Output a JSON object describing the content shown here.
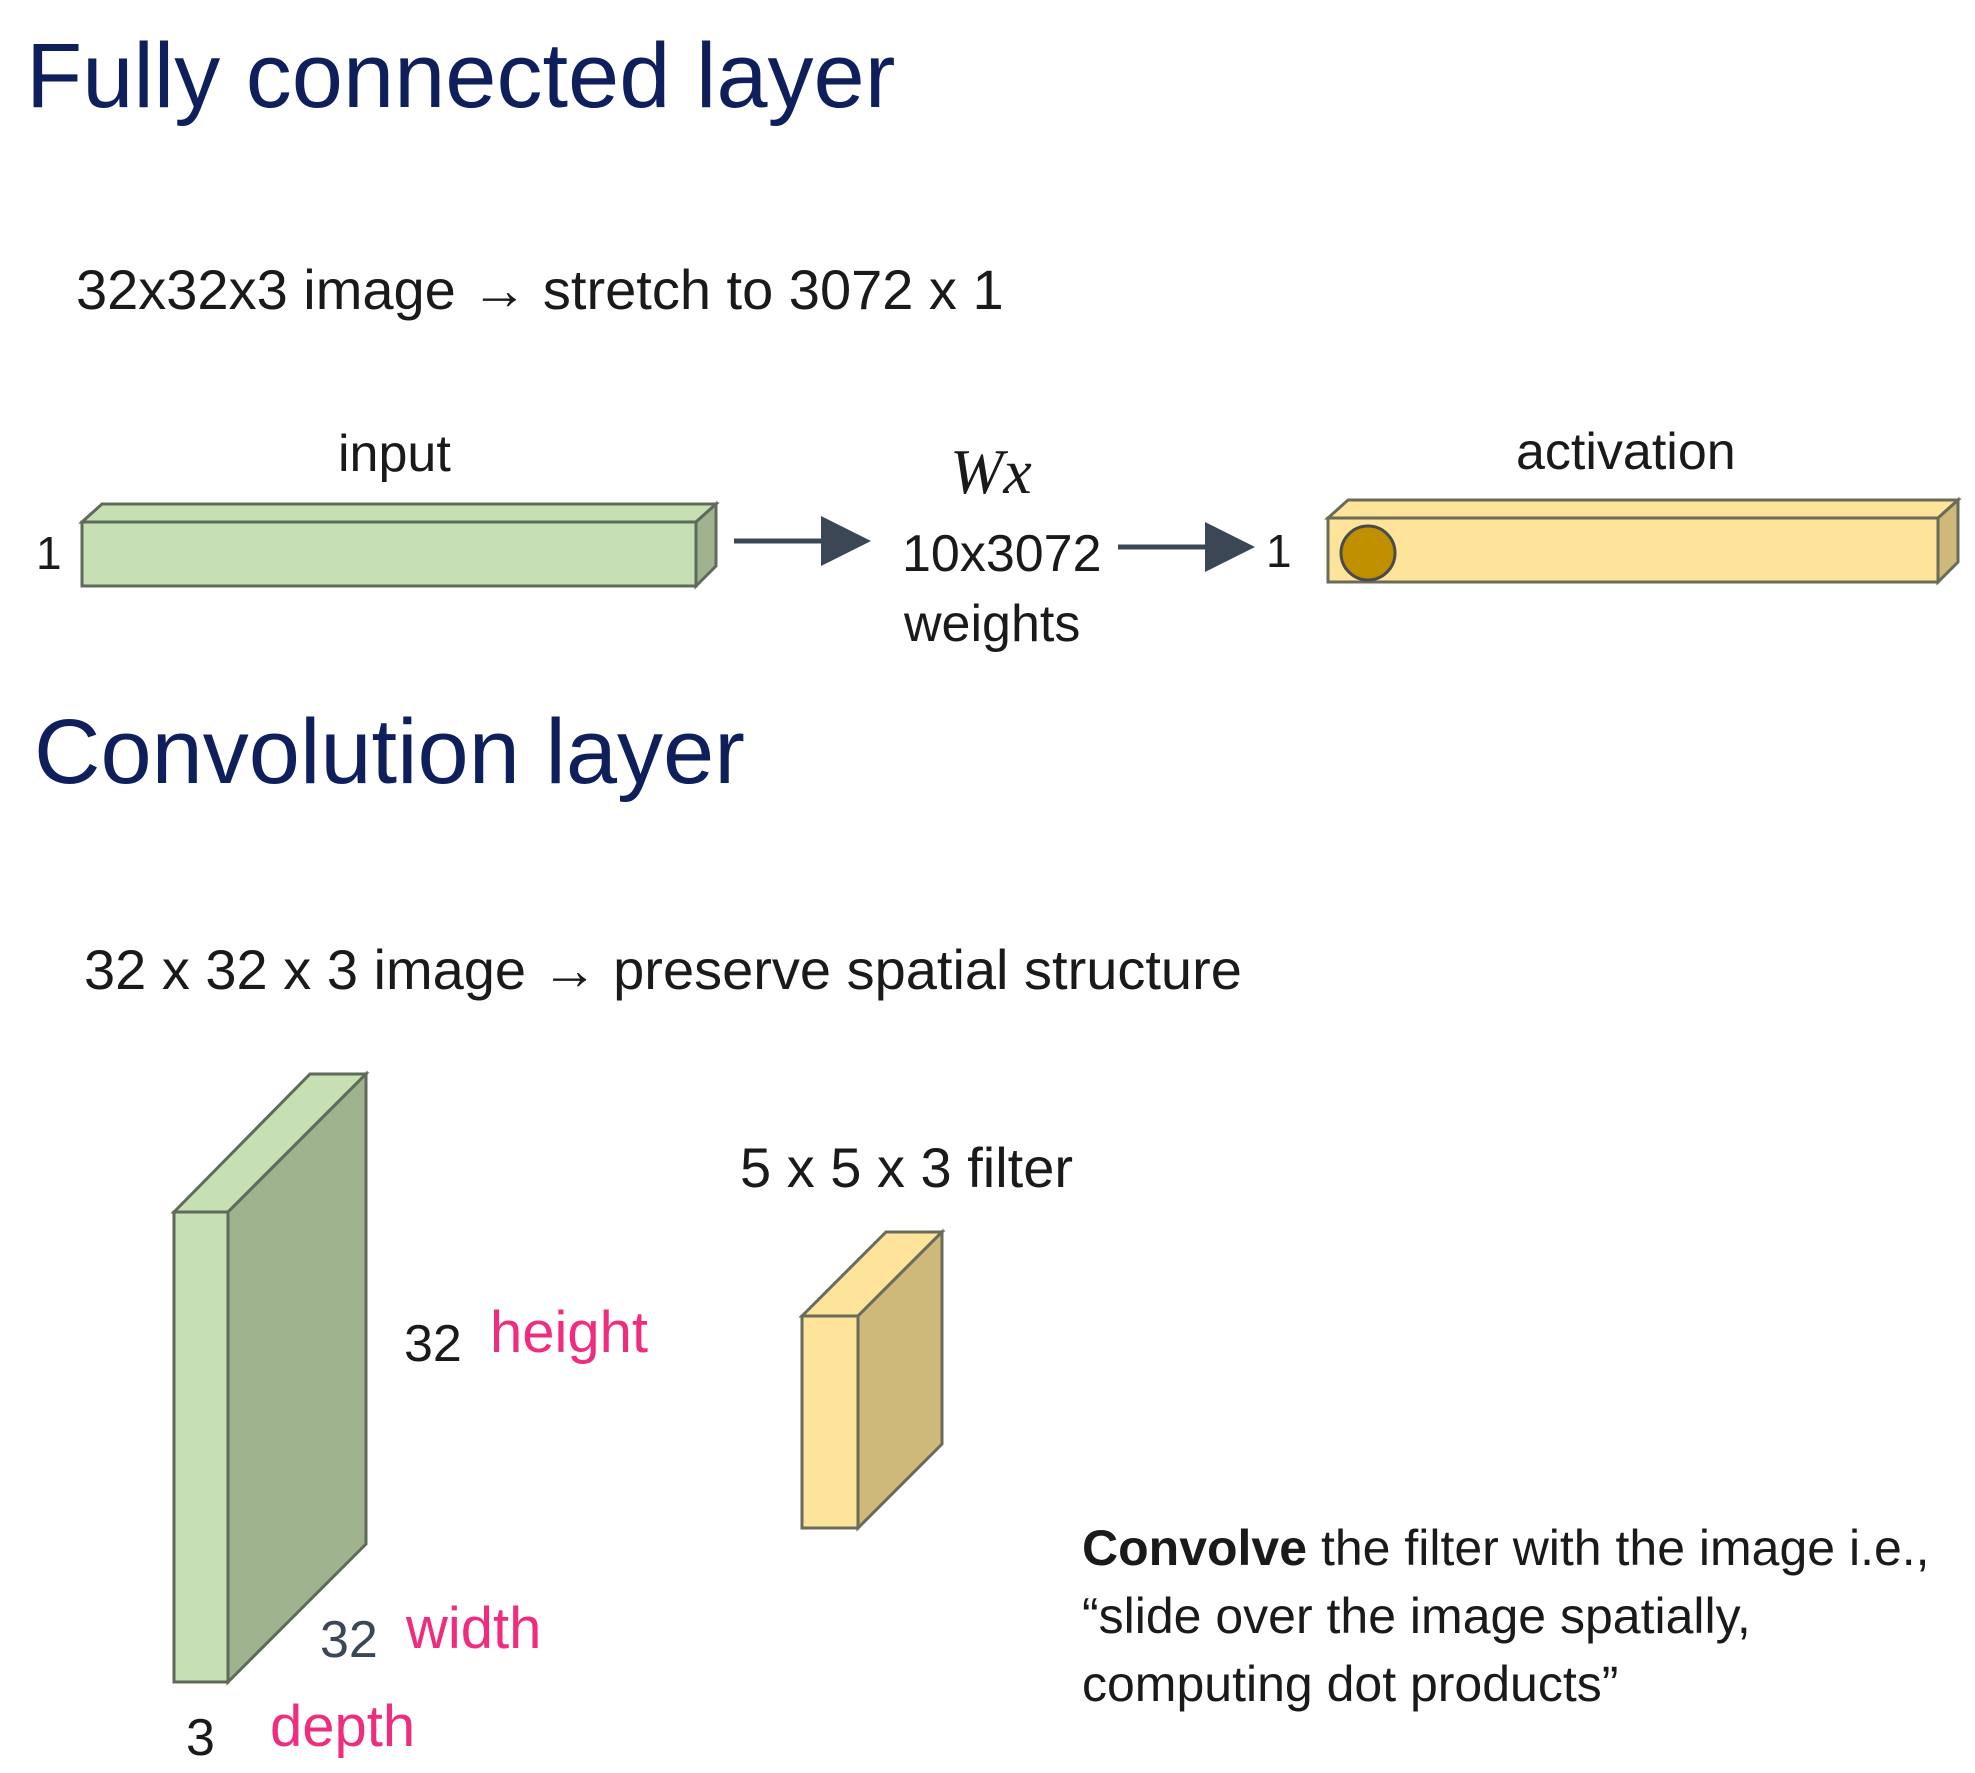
{
  "fc": {
    "title": "Fully connected layer",
    "subtitle": "32x32x3 image → stretch to 3072 x 1",
    "input_label": "input",
    "input_dim": "1",
    "operation": "Wx",
    "weights_dims": "10x3072",
    "weights_label": "weights",
    "output_dim": "1",
    "activation_label": "activation"
  },
  "conv": {
    "title": "Convolution layer",
    "subtitle": "32 x 32 x 3 image → preserve spatial structure",
    "filter_label": "5 x 5 x 3 filter",
    "height_num": "32",
    "height_label": "height",
    "width_num": "32",
    "width_label": "width",
    "depth_num": "3",
    "depth_label": "depth",
    "caption_bold": "Convolve",
    "caption_line1": " the filter with the image i.e.,",
    "caption_line2": "“slide over the image spatially,",
    "caption_line3": "computing dot products”"
  },
  "colors": {
    "title": "#0f1f5c",
    "green_front": "#c6e0b4",
    "green_side": "#9fb38f",
    "yellow_front": "#fde49a",
    "yellow_side": "#cfb97a",
    "neuron": "#bf8f00",
    "highlight": "#ee2d7f"
  }
}
